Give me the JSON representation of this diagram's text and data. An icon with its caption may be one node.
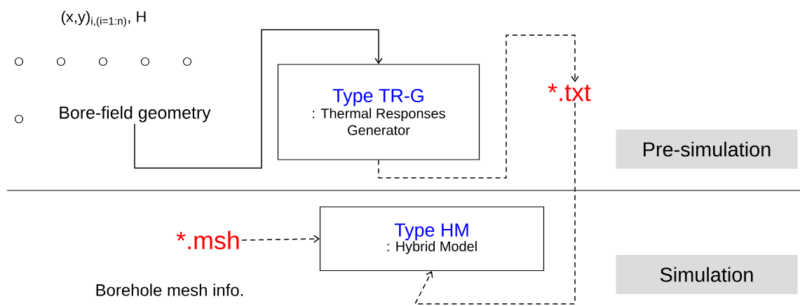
{
  "diagram": {
    "nodes": [
      {
        "text": [
          "Bore-field geometry"
        ]
      },
      {
        "text": [
          "Type TR-G",
          ": Thermal Responses Generator"
        ]
      },
      {
        "text": [
          "*.txt"
        ]
      },
      {
        "text": [
          "Type HM",
          ": Hybrid Model"
        ]
      },
      {
        "text": [
          "*.msh"
        ]
      },
      {
        "text": [
          "Pre-simulation"
        ]
      },
      {
        "text": [
          "Simulation"
        ]
      }
    ],
    "edges": [
      {
        "from": 0,
        "to": 1,
        "arrow": "to"
      },
      {
        "from": 1,
        "to": 2,
        "arrow": "to",
        "style": "dashed"
      },
      {
        "from": 2,
        "to": 3,
        "arrow": "to",
        "style": "dashed"
      },
      {
        "from": 4,
        "to": 3,
        "arrow": "to",
        "style": "dashed"
      }
    ],
    "labels": [
      "(x,y)$_{i,(i=1:n)}$, H",
      "Borehole mesh info."
    ]
  }
}
